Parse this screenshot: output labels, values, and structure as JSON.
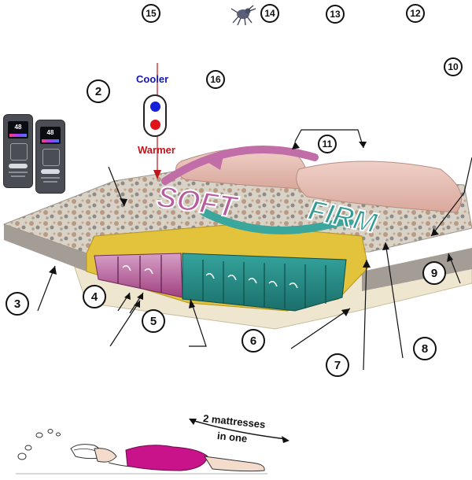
{
  "callouts": [
    "2",
    "3",
    "4",
    "5",
    "6",
    "7",
    "8",
    "9",
    "10",
    "11",
    "12",
    "13",
    "14",
    "15",
    "16"
  ],
  "temperature": {
    "cooler": "Cooler",
    "warmer": "Warmer",
    "cooler_color": "#1515b5",
    "warmer_color": "#c0141a"
  },
  "comfort": {
    "soft": "SOFT",
    "firm": "FIRM"
  },
  "remote": {
    "display_value": "48"
  },
  "banner": {
    "line1": "2 mattresses",
    "line2": "in one"
  },
  "icons": [
    "dust-mite-icon",
    "remote-control-icon",
    "temperature-slider-icon",
    "sleeping-woman-illustration"
  ]
}
